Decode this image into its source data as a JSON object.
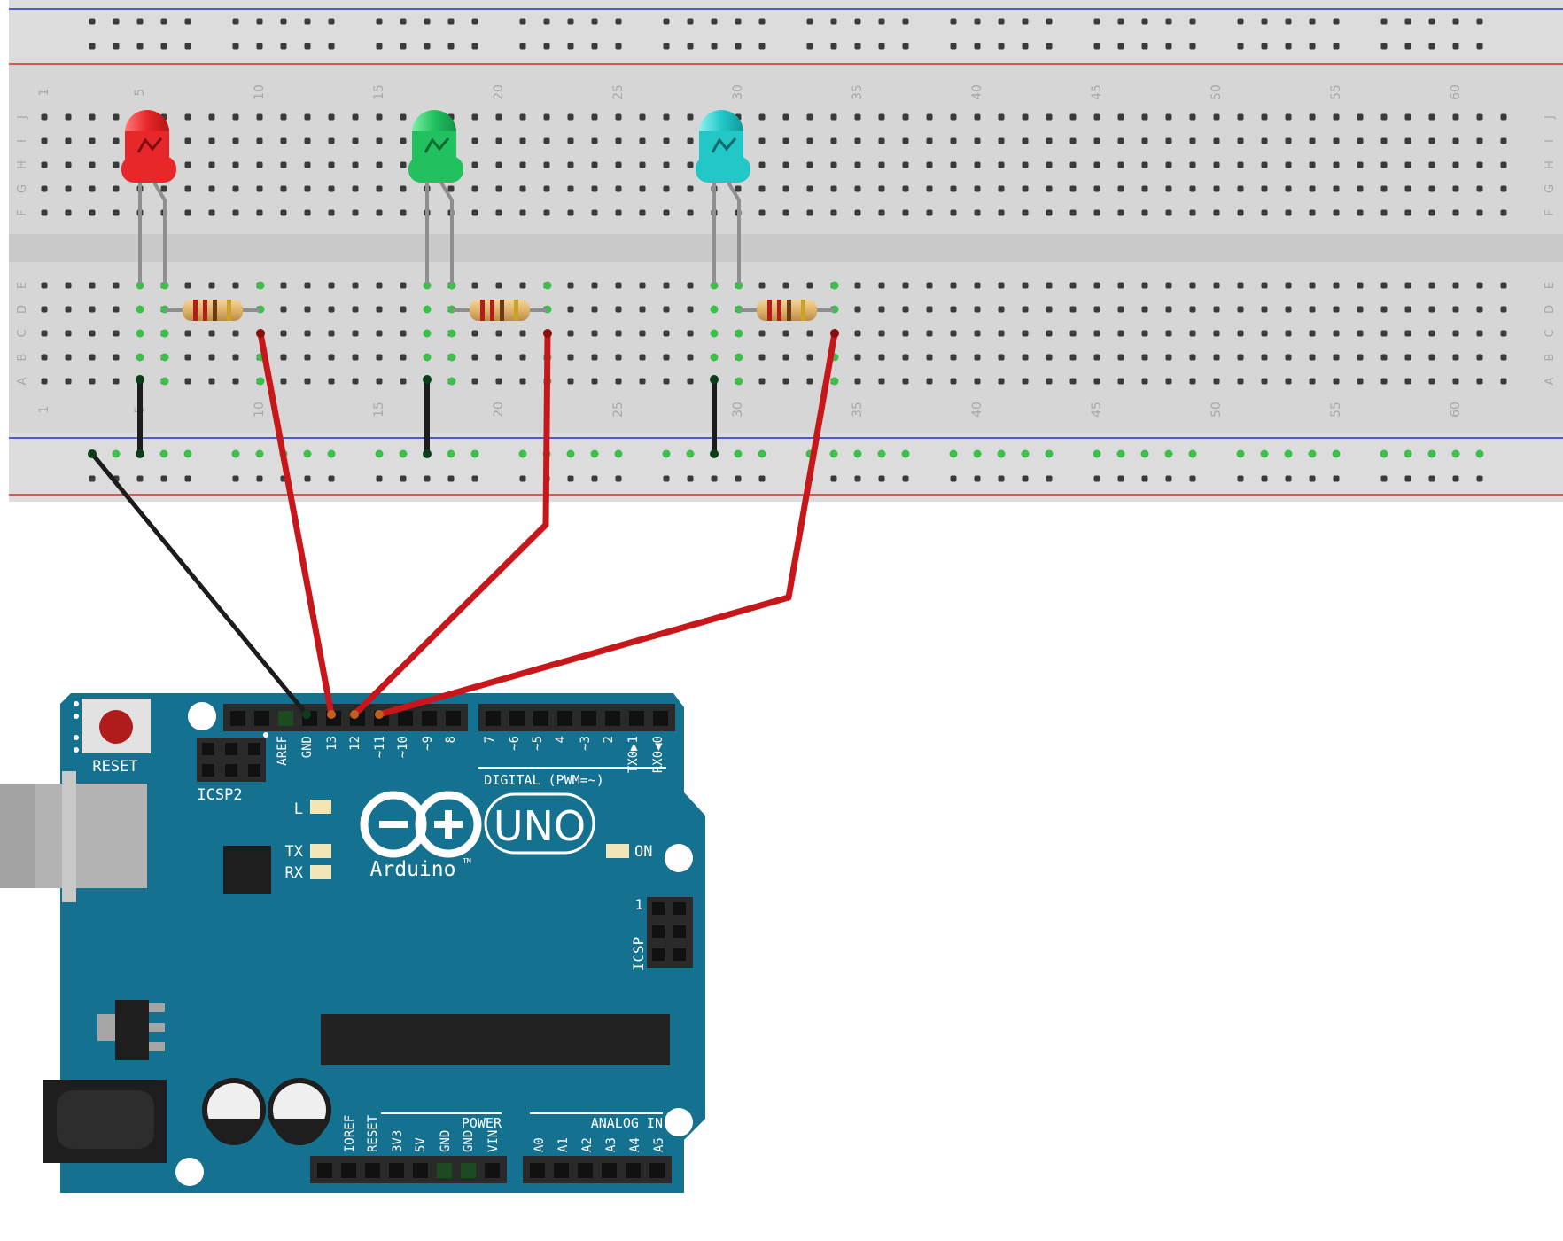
{
  "breadboard": {
    "column_numbers": [
      "1",
      "5",
      "10",
      "15",
      "20",
      "25",
      "30",
      "35",
      "40",
      "45",
      "50",
      "55",
      "60"
    ],
    "row_letters_top": [
      "J",
      "I",
      "H",
      "G",
      "F"
    ],
    "row_letters_bottom": [
      "E",
      "D",
      "C",
      "B",
      "A"
    ]
  },
  "components": {
    "leds": [
      {
        "name": "led-red",
        "color": "#e8272a"
      },
      {
        "name": "led-green",
        "color": "#22c160"
      },
      {
        "name": "led-cyan",
        "color": "#22c8c8"
      }
    ],
    "resistor_count": 3,
    "colors": {
      "wire_red": "#c8171a",
      "wire_black": "#1c1c1c",
      "board_blue": "#147190",
      "rail_red": "#d42d2d",
      "rail_blue": "#2030c8"
    }
  },
  "arduino": {
    "reset_label": "RESET",
    "icsp2_label": "ICSP2",
    "icsp_label": "ICSP",
    "icsp_pin1": "1",
    "digital_pins": [
      "AREF",
      "GND",
      "13",
      "12",
      "~11",
      "~10",
      "~9",
      "8",
      "7",
      "~6",
      "~5",
      "4",
      "~3",
      "2",
      "TX0▶1",
      "RX0◀0"
    ],
    "digital_label": "DIGITAL (PWM=~)",
    "led_l": "L",
    "led_tx": "TX",
    "led_rx": "RX",
    "led_on": "ON",
    "uno_text": "UNO",
    "brand_text": "Arduino",
    "tm": "TM",
    "power_label": "POWER",
    "power_pins": [
      "IOREF",
      "RESET",
      "3V3",
      "5V",
      "GND",
      "GND",
      "VIN"
    ],
    "analog_label": "ANALOG IN",
    "analog_pins": [
      "A0",
      "A1",
      "A2",
      "A3",
      "A4",
      "A5"
    ]
  }
}
